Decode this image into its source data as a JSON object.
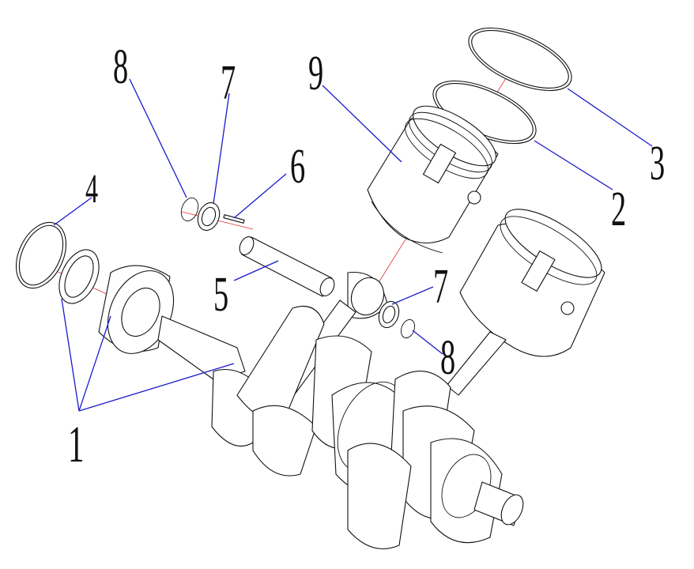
{
  "diagram": {
    "callouts": [
      {
        "id": "c1",
        "text": "1"
      },
      {
        "id": "c2",
        "text": "2"
      },
      {
        "id": "c3",
        "text": "3"
      },
      {
        "id": "c4",
        "text": "4"
      },
      {
        "id": "c5",
        "text": "5"
      },
      {
        "id": "c6",
        "text": "6"
      },
      {
        "id": "c7a",
        "text": "7"
      },
      {
        "id": "c7b",
        "text": "7"
      },
      {
        "id": "c8a",
        "text": "8"
      },
      {
        "id": "c8b",
        "text": "8"
      },
      {
        "id": "c9",
        "text": "9"
      }
    ],
    "colors": {
      "leader": "#1a1acc",
      "axis": "#e03030",
      "outline": "#111111"
    }
  }
}
